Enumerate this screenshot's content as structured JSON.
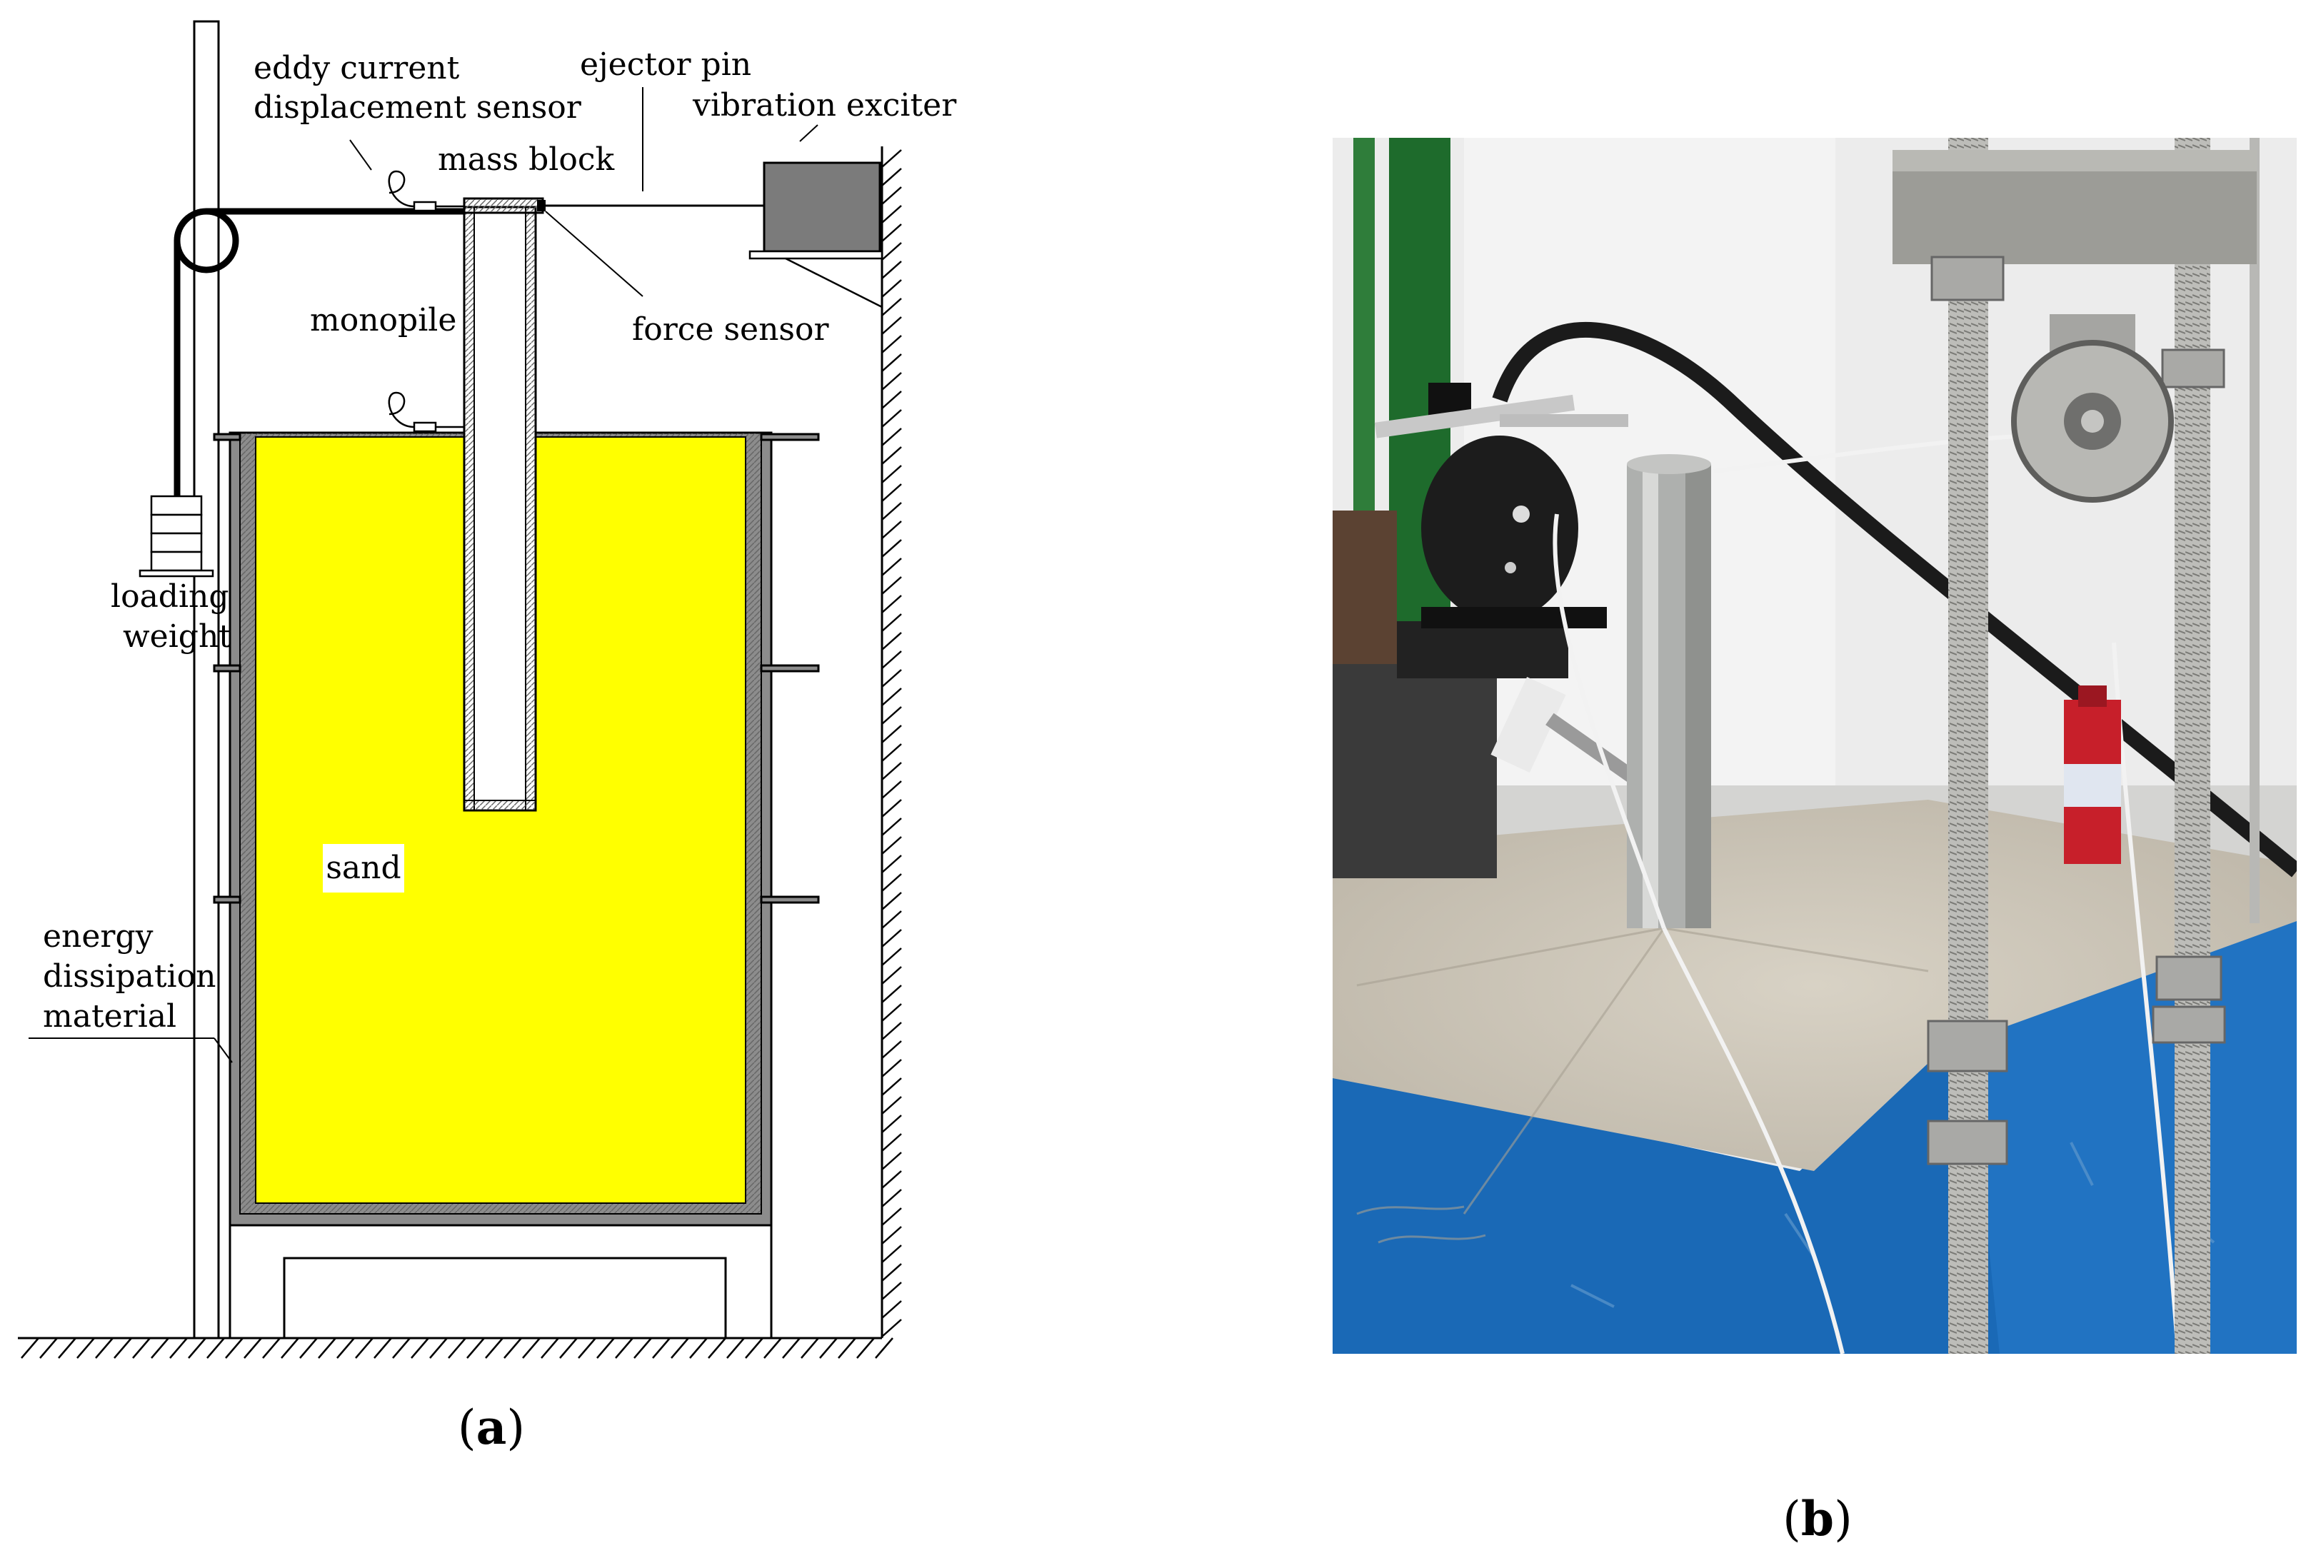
{
  "panel_a": {
    "labels": {
      "eddy_line1": "eddy current",
      "eddy_line2": "displacement sensor",
      "ejector_pin": "ejector pin",
      "vibration_exciter": "vibration exciter",
      "mass_block": "mass block",
      "monopile": "monopile",
      "force_sensor": "force sensor",
      "loading_line1": "loading",
      "loading_line2": "weight",
      "sand": "sand",
      "energy_line1": "energy",
      "energy_line2": "dissipation",
      "energy_line3": "material"
    },
    "caption_open": "(",
    "caption_letter": "a",
    "caption_close": ")",
    "colors": {
      "sand": "#ffff00",
      "exciter": "#7b7b7b",
      "lines": "#000000",
      "walls": "#808080"
    }
  },
  "panel_b": {
    "caption_open": "(",
    "caption_letter": "b",
    "caption_close": ")",
    "colors": {
      "container": "#1a69b6",
      "sand": "#cec8bb",
      "wall": "#ececec",
      "green_frame": "#1e6b2c",
      "steel": "#b9b9b6"
    }
  }
}
